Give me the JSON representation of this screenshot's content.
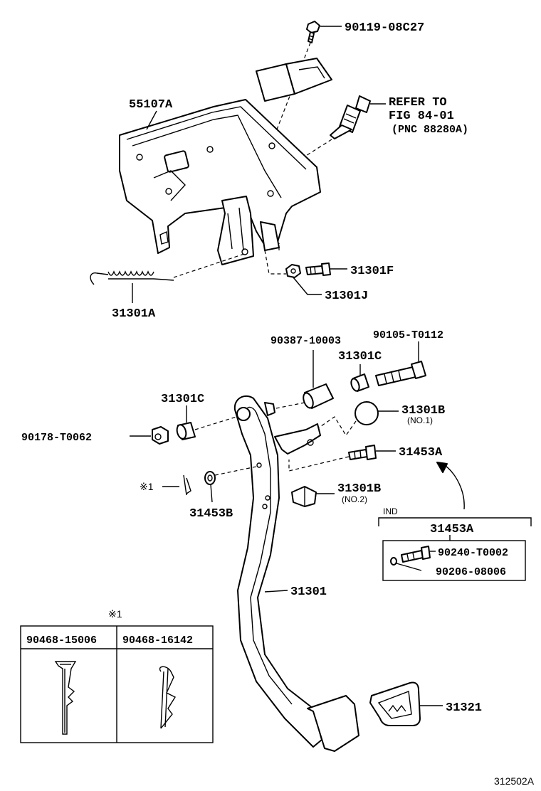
{
  "labels": {
    "bolt_top": "90119-08C27",
    "bracket": "55107A",
    "refer_to": "REFER TO",
    "refer_fig": "FIG 84-01",
    "refer_pnc": "(PNC 88280A)",
    "bolt_f": "31301F",
    "nut_j": "31301J",
    "spring_a": "31301A",
    "pin_90387": "90387-10003",
    "bolt_90105": "90105-T0112",
    "bush_c_right": "31301C",
    "bush_c_left": "31301C",
    "cushion_b1": "31301B",
    "cushion_b1_note": "(NO.1)",
    "nut_90178": "90178-T0062",
    "bolt_31453a": "31453A",
    "clip_ref": "※1",
    "washer_31453b": "31453B",
    "stopper_b2": "31301B",
    "stopper_b2_note": "(NO.2)",
    "ind": "IND",
    "ind_title": "31453A",
    "ind_bolt": "90240-T0002",
    "ind_washer": "90206-08006",
    "pedal_arm": "31301",
    "pad": "31321",
    "clip_table_ref": "※1",
    "clip_a": "90468-15006",
    "clip_b": "90468-16142",
    "figure_id": "312502A"
  }
}
